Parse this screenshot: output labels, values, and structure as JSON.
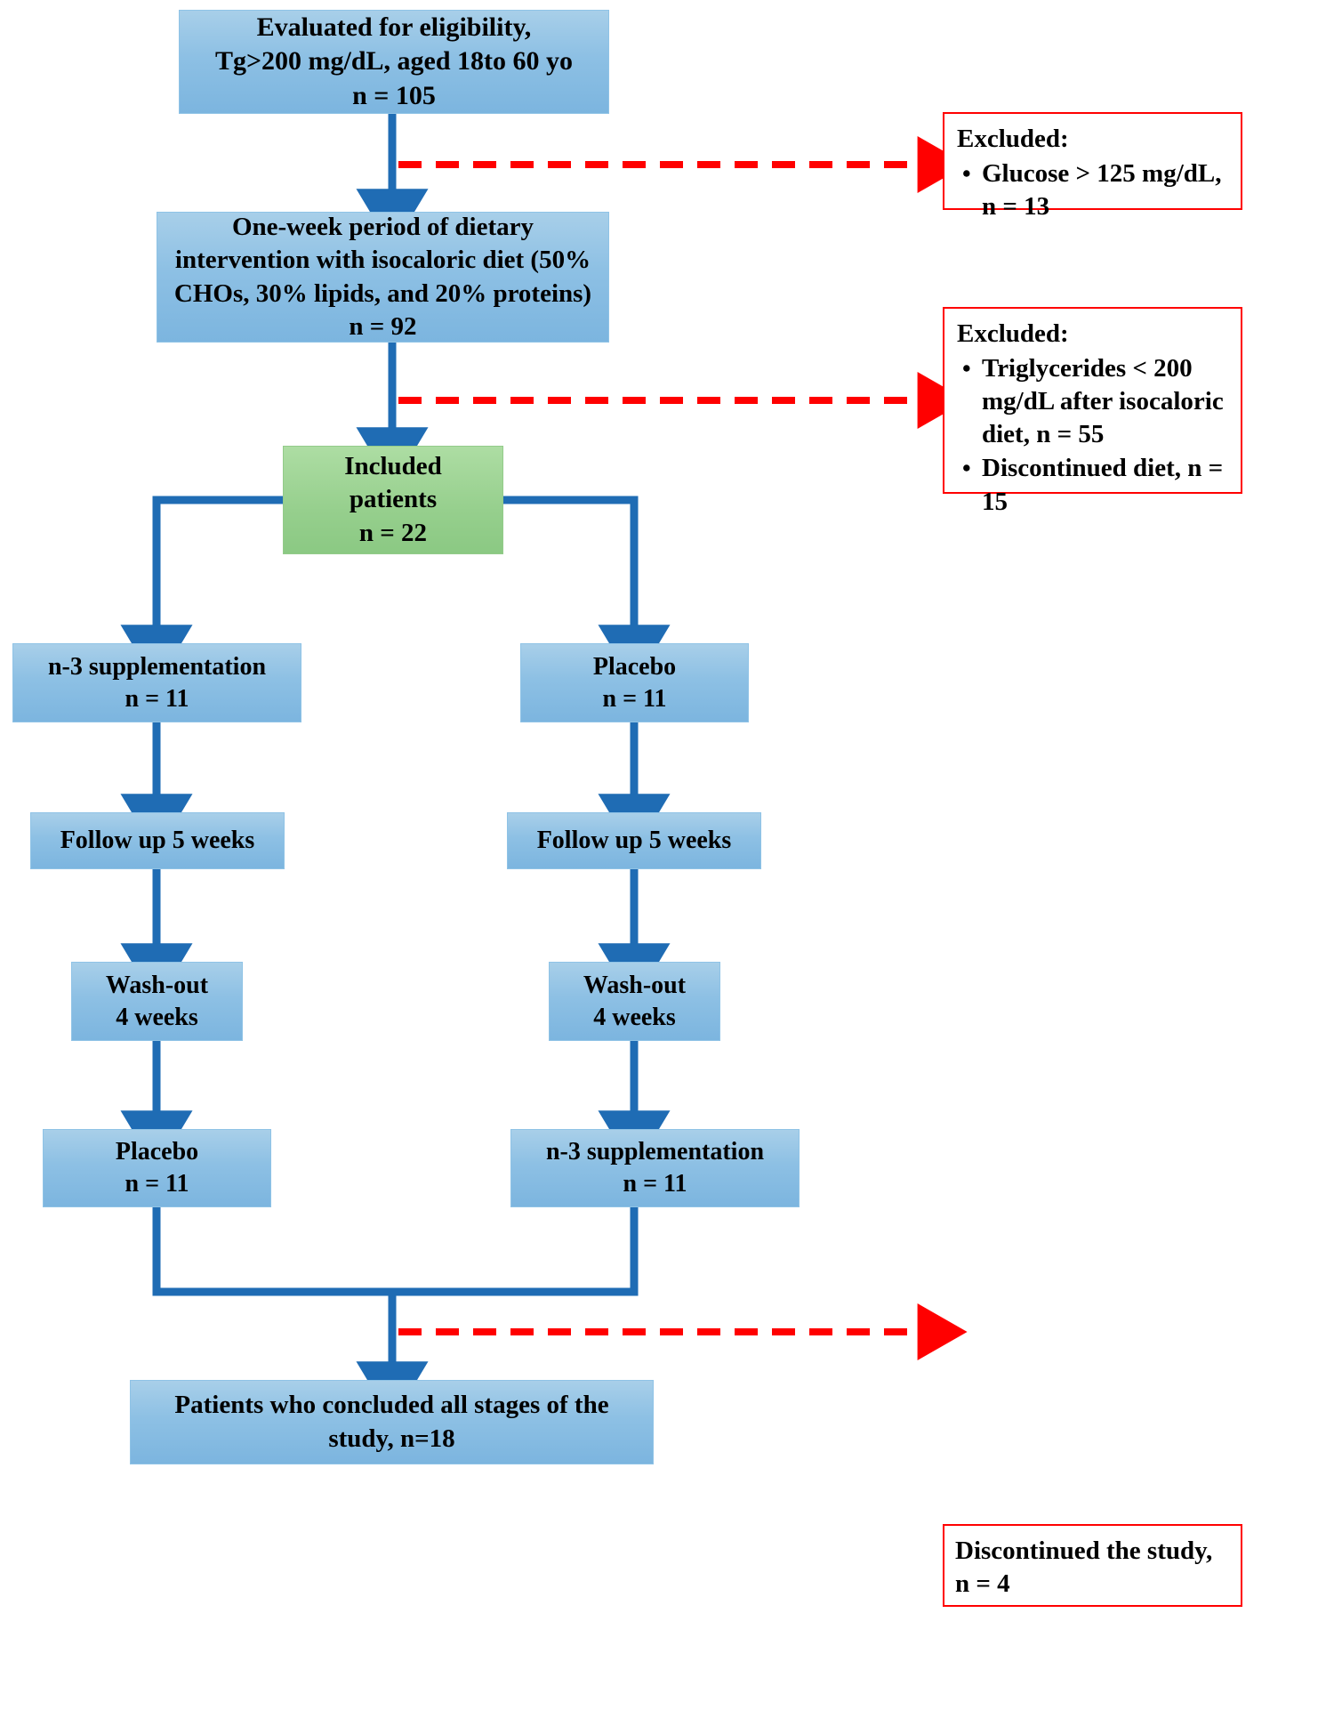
{
  "diagram": {
    "title": "Study flow diagram",
    "colors": {
      "blue_fill": "#8dc0e4",
      "green_fill": "#96cf8d",
      "arrow_blue": "#1f6cb4",
      "exclusion_red": "#ff0000",
      "text": "#000000"
    },
    "nodes": [
      {
        "id": "eligibility",
        "type": "blue",
        "lines": [
          "Evaluated for eligibility,",
          "Tg>200 mg/dL, aged 18to 60 yo",
          "n = 105"
        ]
      },
      {
        "id": "diet-intervention",
        "type": "blue",
        "lines": [
          "One-week period of dietary",
          "intervention  with isocaloric diet (50%",
          "CHOs, 30% lipids, and 20% proteins)",
          "n = 92"
        ]
      },
      {
        "id": "included-patients",
        "type": "green",
        "lines": [
          "Included",
          "patients",
          "n = 22"
        ]
      },
      {
        "id": "left-n3",
        "type": "blue",
        "lines": [
          "n-3 supplementation",
          "n = 11"
        ]
      },
      {
        "id": "right-placebo",
        "type": "blue",
        "lines": [
          "Placebo",
          "n = 11"
        ]
      },
      {
        "id": "left-followup",
        "type": "blue",
        "lines": [
          "Follow up 5 weeks"
        ]
      },
      {
        "id": "right-followup",
        "type": "blue",
        "lines": [
          "Follow up 5 weeks"
        ]
      },
      {
        "id": "left-washout",
        "type": "blue",
        "lines": [
          "Wash-out",
          "4 weeks"
        ]
      },
      {
        "id": "right-washout",
        "type": "blue",
        "lines": [
          "Wash-out",
          "4 weeks"
        ]
      },
      {
        "id": "left-placebo",
        "type": "blue",
        "lines": [
          "Placebo",
          "n = 11"
        ]
      },
      {
        "id": "right-n3",
        "type": "blue",
        "lines": [
          "n-3 supplementation",
          "n = 11"
        ]
      },
      {
        "id": "concluded",
        "type": "blue",
        "lines": [
          "Patients who concluded all stages of the",
          "study, n=18"
        ]
      }
    ],
    "exclusions": [
      {
        "id": "exclusion-1",
        "header": "Excluded:",
        "items": [
          "Glucose > 125 mg/dL, n = 13"
        ]
      },
      {
        "id": "exclusion-2",
        "header": "Excluded:",
        "items": [
          "Triglycerides < 200 mg/dL after isocaloric diet, n = 55",
          "Discontinued diet, n = 15"
        ]
      },
      {
        "id": "exclusion-3",
        "header": "",
        "items": [],
        "plain_text": "Discontinued the study, n = 4"
      }
    ]
  }
}
